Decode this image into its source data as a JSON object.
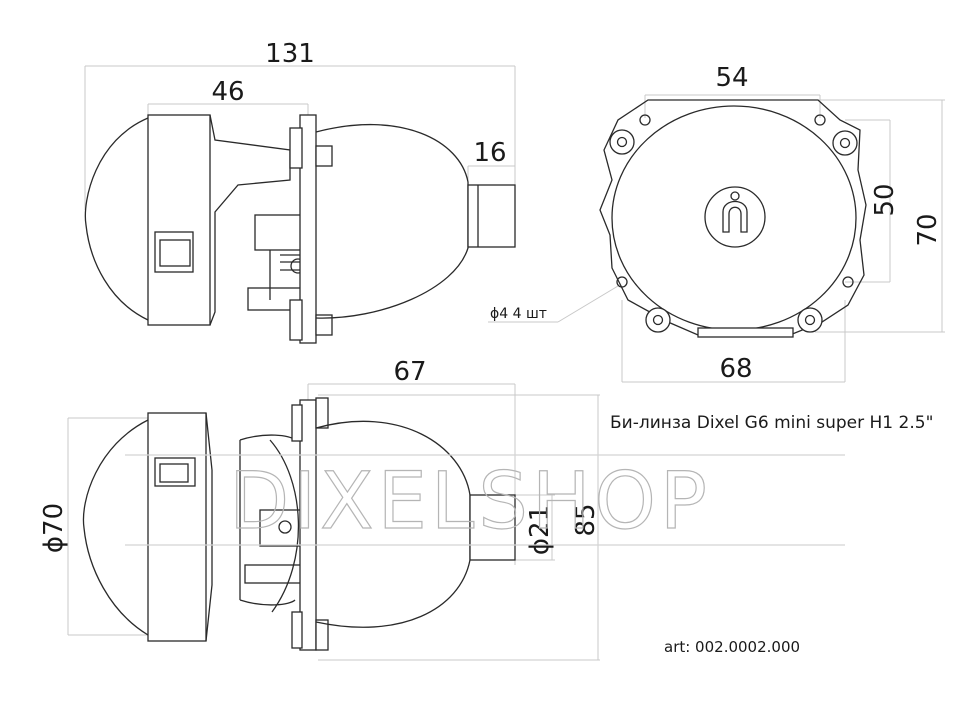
{
  "dimensions": {
    "side_length": "131",
    "side_housing": "46",
    "side_plug": "16",
    "front_width": "54",
    "front_height_inner": "50",
    "front_height": "70",
    "front_base": "68",
    "holes_note": "ϕ4 4 шт",
    "top_depth": "67",
    "top_diameter": "ϕ70",
    "top_plug_diameter": "ϕ21",
    "top_total": "85"
  },
  "product_title": "Би-линза Dixel G6 mini super H1 2.5\"",
  "article": "art: 002.0002.000",
  "watermark": "DIXELSHOP"
}
